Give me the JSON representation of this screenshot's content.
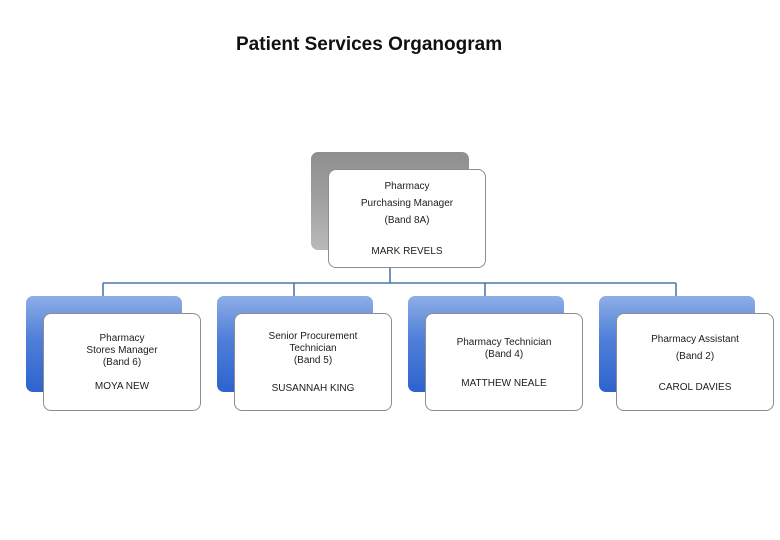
{
  "page": {
    "title": "Patient Services Organogram"
  },
  "colors": {
    "head_box": "#9e9e9e",
    "report_box": "#4f7fd8",
    "connector": "#4d79a8",
    "card_border": "#8d8d8d"
  },
  "head": {
    "role_line1": "Pharmacy",
    "role_line2": "Purchasing Manager",
    "band": "(Band 8A)",
    "name": "MARK REVELS"
  },
  "reports": [
    {
      "role_lines": [
        "Pharmacy",
        "Stores Manager",
        "(Band 6)"
      ],
      "name": "MOYA NEW"
    },
    {
      "role_lines": [
        "Senior Procurement",
        "Technician",
        "(Band 5)"
      ],
      "name": "SUSANNAH KING"
    },
    {
      "role_lines": [
        "Pharmacy Technician",
        "(Band 4)"
      ],
      "name": "MATTHEW NEALE"
    },
    {
      "role_lines": [
        "Pharmacy Assistant",
        "(Band 2)"
      ],
      "name": "CAROL DAVIES"
    }
  ]
}
